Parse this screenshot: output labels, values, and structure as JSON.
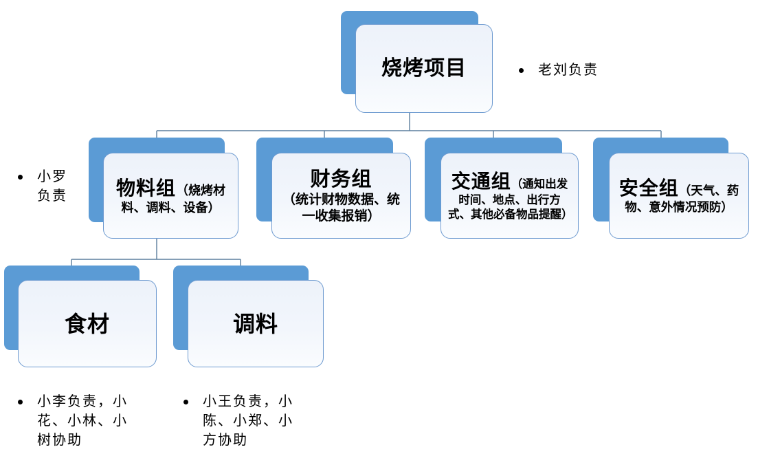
{
  "diagram": {
    "root": {
      "title": "烧烤项目"
    },
    "groups": [
      {
        "title": "物料组",
        "note": "（烧烤材料、调料、设备）"
      },
      {
        "title": "财务组",
        "note": "（统计财物数据、统一收集报销）"
      },
      {
        "title": "交通组",
        "note": "（通知出发时间、地点、出行方式、其他必备物品提醒）"
      },
      {
        "title": "安全组",
        "note": "（天气、药物、意外情况预防）"
      }
    ],
    "subgroups": [
      {
        "title": "食材"
      },
      {
        "title": "调料"
      }
    ]
  },
  "annotations": {
    "root_owner": "老刘负责",
    "materials_owner": "小罗负责",
    "food_owner": "小李负责，小花、小林、小树协助",
    "seasoning_owner": "小王负责，小陈、小郑、小方协助"
  },
  "colors": {
    "accent_blue": "#5B9BD5",
    "card_fill": "#F0F4FB",
    "card_border": "#6D9AD0",
    "connector": "#5B7E9D",
    "text": "#000000"
  }
}
